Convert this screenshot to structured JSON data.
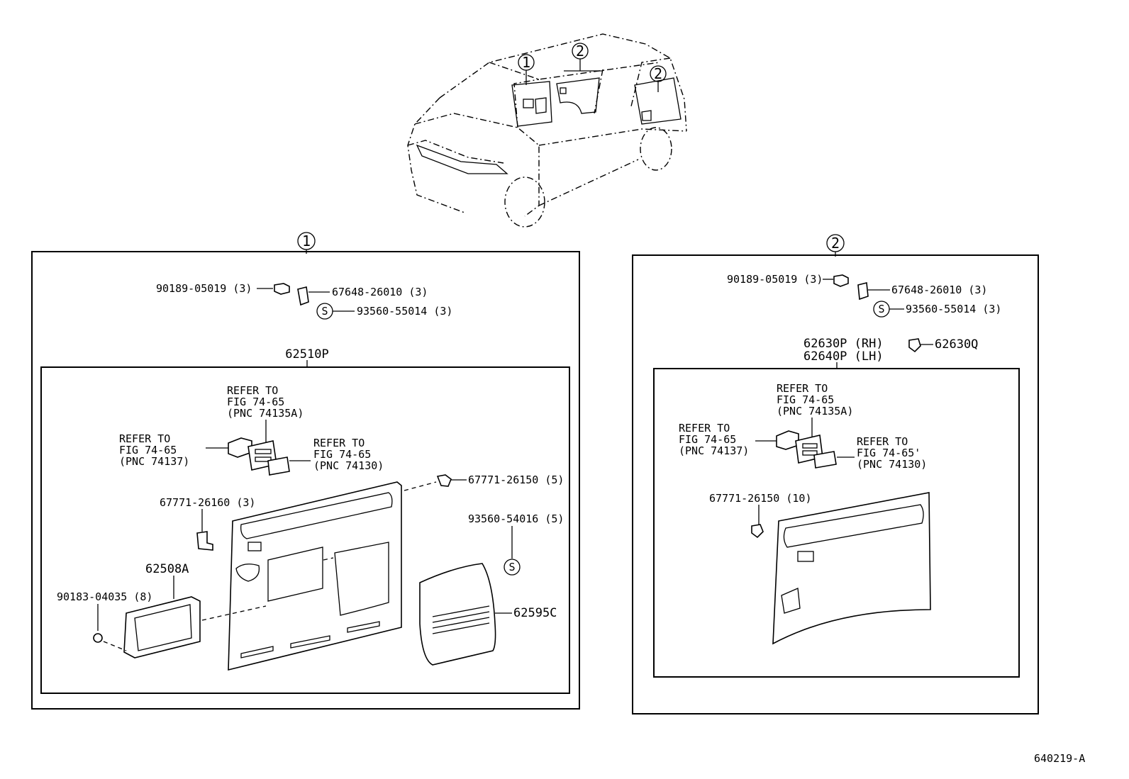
{
  "callouts": {
    "one": "1",
    "two": "2"
  },
  "panel1": {
    "bolt": "90189-05019 (3)",
    "bracket": "67648-26010 (3)",
    "screw": "93560-55014 (3)",
    "board": "62510P",
    "refer_a": [
      "REFER TO",
      "FIG 74-65",
      "(PNC 74135A)"
    ],
    "refer_b": [
      "REFER TO",
      "FIG 74-65",
      "(PNC 74137)"
    ],
    "refer_c": [
      "REFER TO",
      "FIG 74-65",
      "(PNC 74130)"
    ],
    "clip_small": "67771-26150 (5)",
    "clip_top": "67771-26160 (3)",
    "screw_b": "93560-54016 (5)",
    "box": "62508A",
    "nut": "90183-04035 (8)",
    "pocket": "62595C",
    "s_mark": "S"
  },
  "panel2": {
    "bolt": "90189-05019 (3)",
    "bracket": "67648-26010 (3)",
    "screw": "93560-55014 (3)",
    "board_rh": "62630P (RH)",
    "board_lh": "62640P (LH)",
    "clip": "62630Q",
    "refer_a": [
      "REFER TO",
      "FIG 74-65",
      "(PNC 74135A)"
    ],
    "refer_b": [
      "REFER TO",
      "FIG 74-65",
      "(PNC 74137)"
    ],
    "refer_c": [
      "REFER TO",
      "FIG 74-65'",
      "(PNC 74130)"
    ],
    "clip_b": "67771-26150 (10)",
    "s_mark": "S"
  },
  "figure_id": "640219-A"
}
